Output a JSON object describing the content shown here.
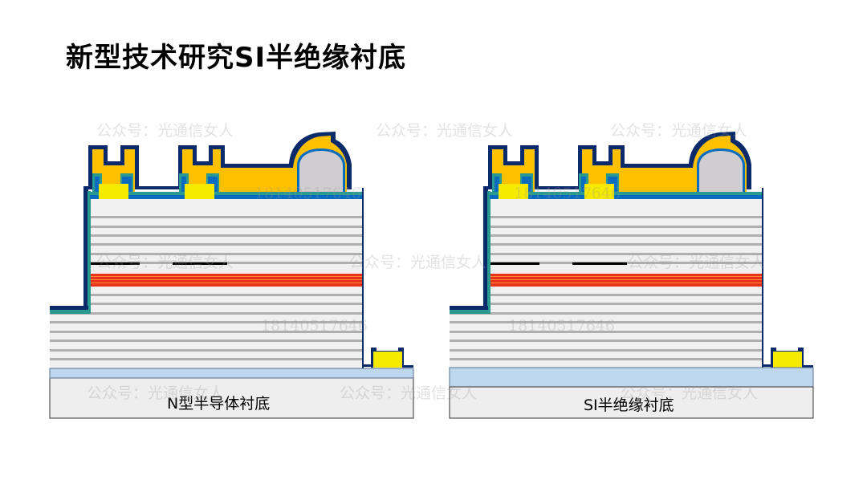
{
  "slide": {
    "title": "新型技术研究SI半绝缘衬底"
  },
  "diagrams": [
    {
      "substrate_label": "N型半导体衬底"
    },
    {
      "substrate_label": "SI半绝缘衬底"
    }
  ],
  "watermarks": {
    "account": "公众号：光通信女人",
    "phone": "18140517646"
  },
  "colors": {
    "metal": "#ffc000",
    "contact": "#f5ea00",
    "passivation_outer": "#0a2a6a",
    "passivation_teal": "#2a9a90",
    "dielectric_blue": "#0a6cbf",
    "active_region": "#e8321a",
    "dbr_gray": "#b0aeae",
    "substrate_buffer": "#bdd7ee",
    "substrate": "#eeeeee"
  }
}
